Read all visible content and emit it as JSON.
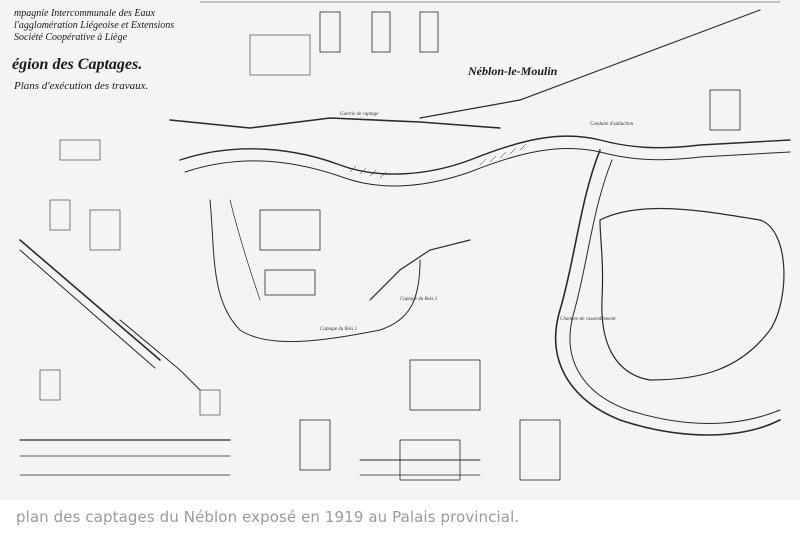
{
  "header": {
    "company_line1": "mpagnie Intercommunale des Eaux",
    "company_line2": "l'agglomération Liégeoise et Extensions",
    "company_line3": "Société Coopérative à Liège",
    "region_title": "égion des Captages.",
    "subtitle": "Plans d'exécution des travaux.",
    "site_name": "Néblon-le-Moulin"
  },
  "plan_labels": {
    "gallery_left": "Galerie de captage",
    "gallery_right": "Conduite d'adduction",
    "zone1": "Captage du Bois 1",
    "zone2": "Captage du Bois 2",
    "chamber": "Chambre de rassemblement"
  },
  "caption": "plan des captages du Néblon exposé en 1919 au Palais provincial.",
  "colors": {
    "paper": "#f4f4f2",
    "ink": "#2a2a2a",
    "caption_text": "#9a9a9a"
  }
}
